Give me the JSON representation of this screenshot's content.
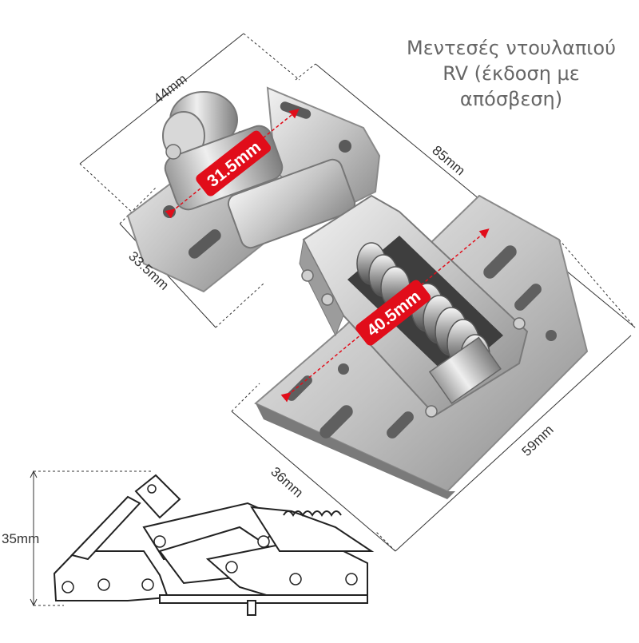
{
  "caption": {
    "lines": [
      "Μεντεσές ντουλαπιού",
      "RV (έκδοση με",
      "απόσβεση)"
    ]
  },
  "dimensions": {
    "width_top": "44mm",
    "length_right": "85mm",
    "left_plate": "33.5mm",
    "base_plate": "59mm",
    "profile_length": "36mm",
    "profile_height": "35mm"
  },
  "badges": {
    "upper": "31.5mm",
    "lower": "40.5mm"
  },
  "colors": {
    "badge": "#e10d1a",
    "metal_light": "#e8e8e8",
    "metal_mid": "#b9b9b9",
    "metal_dark": "#6e6e6e",
    "line": "#222222"
  }
}
